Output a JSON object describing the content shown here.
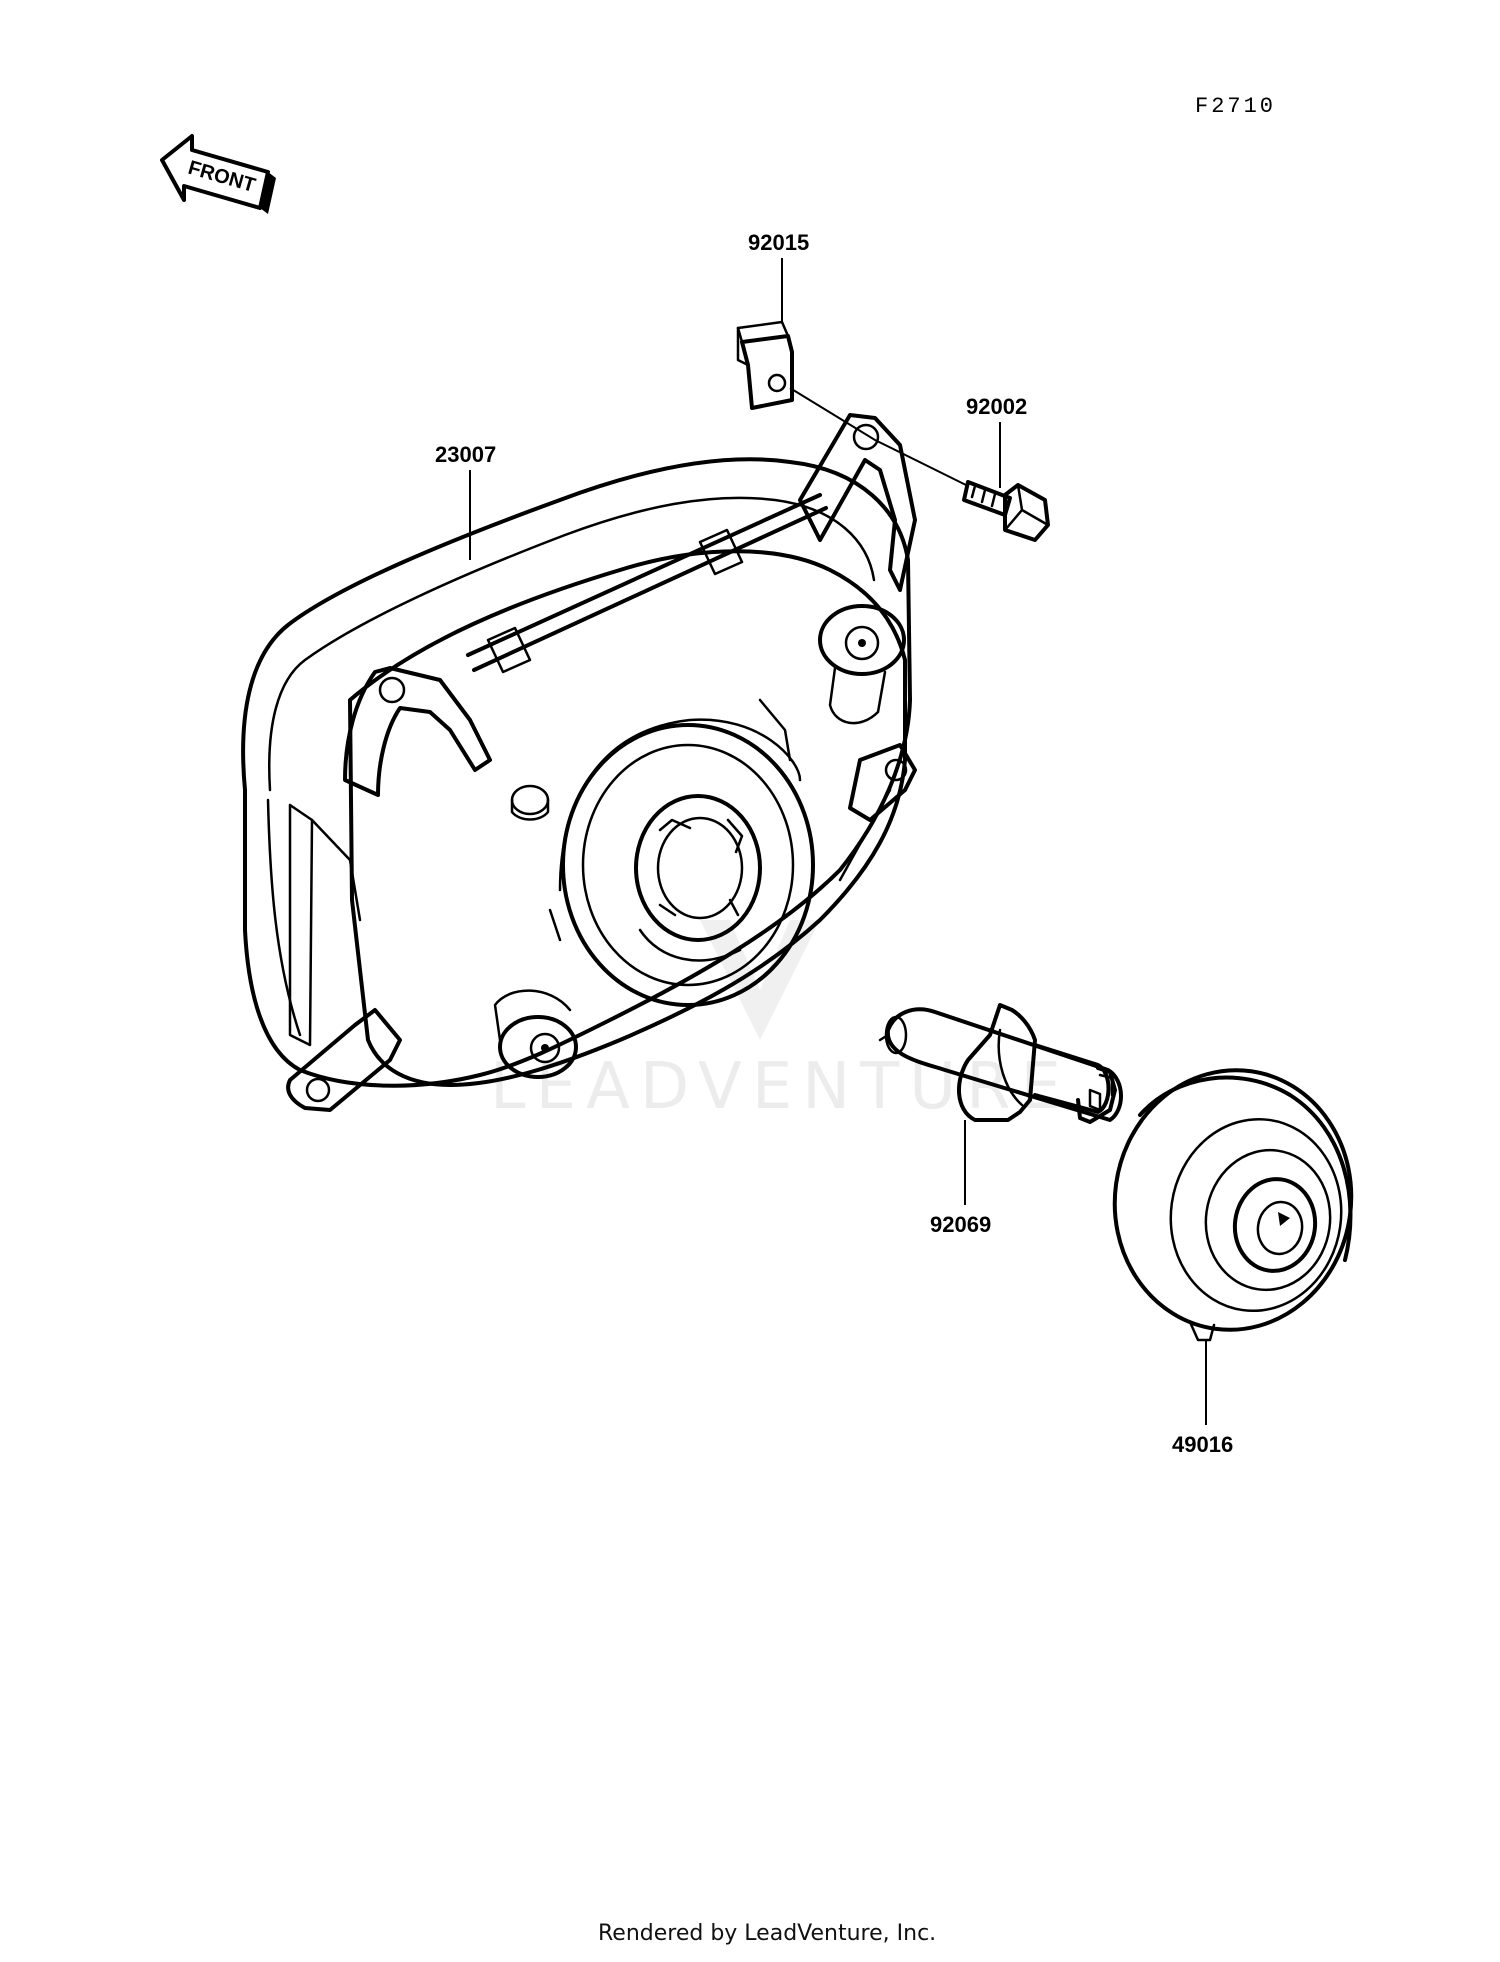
{
  "diagram": {
    "figure_code": "F2710",
    "front_arrow_text": "FRONT",
    "parts": [
      {
        "number": "92015"
      },
      {
        "number": "92002"
      },
      {
        "number": "23007"
      },
      {
        "number": "92069"
      },
      {
        "number": "49016"
      }
    ],
    "watermark": "LEADVENTURE",
    "footer": "Rendered by LeadVenture, Inc."
  }
}
